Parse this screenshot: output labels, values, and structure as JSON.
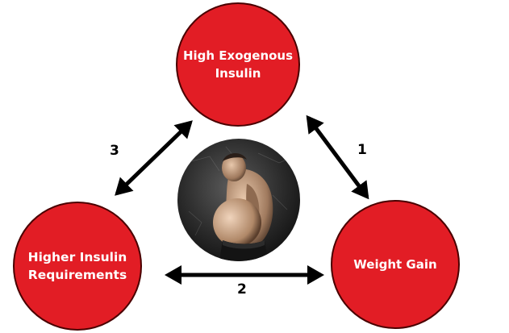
{
  "nodes": {
    "top": {
      "label": "High Exogenous Insulin"
    },
    "right": {
      "label": "Weight Gain"
    },
    "left": {
      "label": "Higher Insulin Requirements"
    }
  },
  "edges": [
    {
      "number": "1",
      "from": "High Exogenous Insulin",
      "to": "Weight Gain"
    },
    {
      "number": "2",
      "from": "Higher Insulin Requirements",
      "to": "Weight Gain"
    },
    {
      "number": "3",
      "from": "Higher Insulin Requirements",
      "to": "High Exogenous Insulin"
    }
  ],
  "center_image": {
    "icon": "overweight-man-photo"
  },
  "colors": {
    "node_fill": "#e21d25",
    "node_border": "#4a0000",
    "arrow": "#000000",
    "text_on_node": "#ffffff"
  }
}
